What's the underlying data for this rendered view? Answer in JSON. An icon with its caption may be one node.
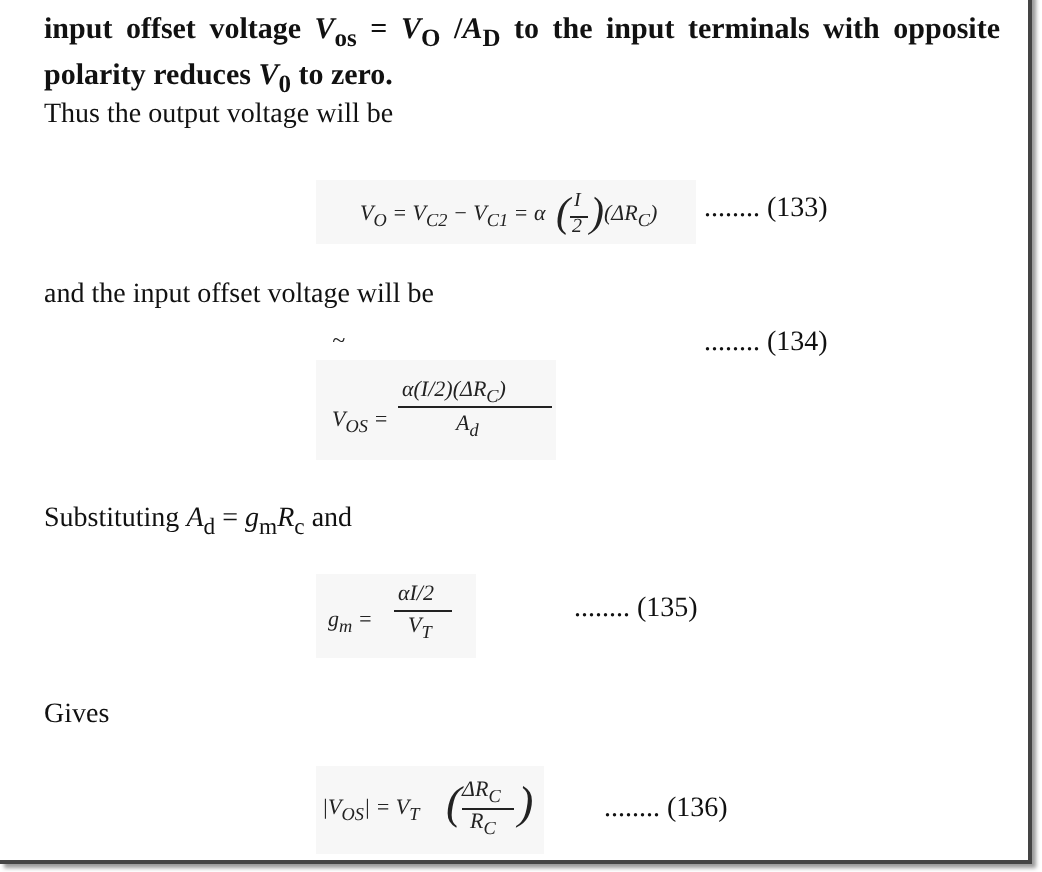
{
  "diagram": {
    "labels": [
      "input offset voltage *V*$_{os}$ = *V*$_{O}$ /*A*$_{D}$ to the input terminals with opposite polarity reduces *V*$_{0}$ to zero.",
      "Thus the output voltage will be",
      "V$_{O}$ = V$_{C2}$ − V$_{C1}$ = α",
      "(",
      "I",
      "2",
      ")",
      "(ΔR$_{C}$)",
      "........ (133)",
      "and the input offset voltage will be",
      "~",
      "........ (134)",
      "V$_{OS}$ =",
      "α(I/2)(ΔR$_{C}$)",
      "A$_{d}$",
      "Substituting *A*$_{d}$ = *g*$_{m}$*R*$_{c}$ and",
      "g$_{m}$ =",
      "αI/2",
      "V$_{T}$",
      "........ (135)",
      "Gives",
      "|V$_{OS}$| = V$_{T}$",
      "(",
      "ΔR$_{C}$",
      "R$_{C}$",
      ")",
      "........ (136)"
    ]
  }
}
